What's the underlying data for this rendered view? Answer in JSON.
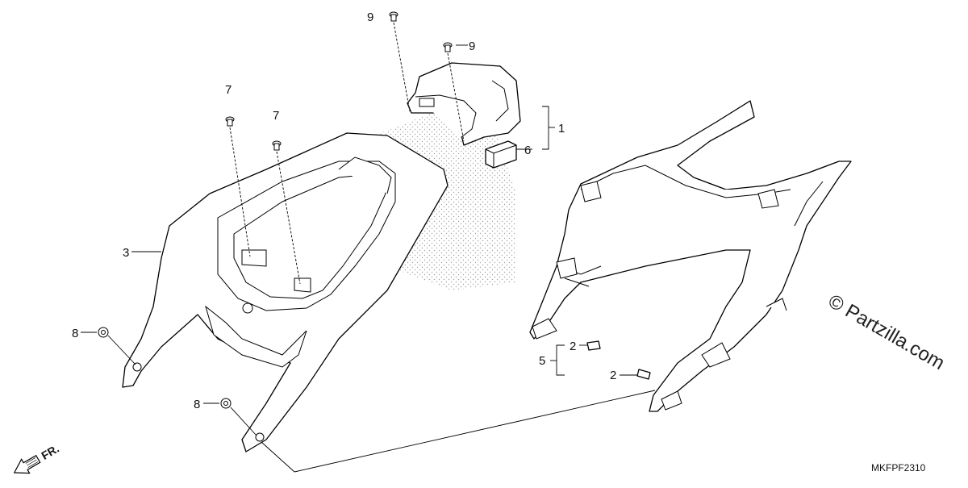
{
  "diagram": {
    "callouts": [
      {
        "id": "c1",
        "text": "1"
      },
      {
        "id": "c2a",
        "text": "2"
      },
      {
        "id": "c2b",
        "text": "2"
      },
      {
        "id": "c3",
        "text": "3"
      },
      {
        "id": "c5",
        "text": "5"
      },
      {
        "id": "c6",
        "text": "6"
      },
      {
        "id": "c7a",
        "text": "7"
      },
      {
        "id": "c7b",
        "text": "7"
      },
      {
        "id": "c8a",
        "text": "8"
      },
      {
        "id": "c8b",
        "text": "8"
      },
      {
        "id": "c9a",
        "text": "9"
      },
      {
        "id": "c9b",
        "text": "9"
      }
    ],
    "watermark": "© Partzilla.com",
    "diagram_code": "MKFPF2310",
    "direction_label": "FR."
  }
}
